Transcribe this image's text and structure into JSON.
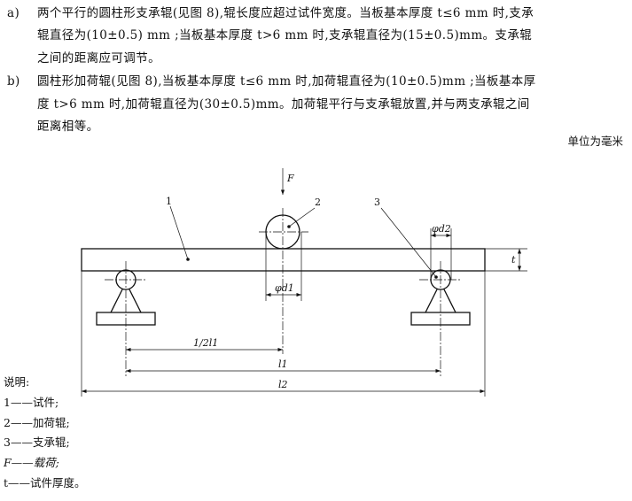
{
  "items": [
    {
      "label": "a)",
      "lines": [
        "两个平行的圆柱形支承辊(见图 8),辊长度应超过试件宽度。当板基本厚度 t≤6 mm 时,支承",
        "辊直径为(10±0.5) mm ;当板基本厚度 t>6 mm 时,支承辊直径为(15±0.5)mm。支承辊",
        "之间的距离应可调节。"
      ]
    },
    {
      "label": "b)",
      "lines": [
        "圆柱形加荷辊(见图 8),当板基本厚度 t≤6 mm 时,加荷辊直径为(10±0.5)mm ;当板基本厚",
        "度 t>6 mm 时,加荷辊直径为(30±0.5)mm。加荷辊平行与支承辊放置,并与两支承辊之间",
        "距离相等。"
      ]
    }
  ],
  "unit_note": "单位为毫米",
  "figure": {
    "force": "F",
    "callout_1": "1",
    "callout_2": "2",
    "callout_3": "3",
    "dim_d1": "φd1",
    "dim_d2": "φd2",
    "dim_half_l1": "1/2l1",
    "dim_l1": "l1",
    "dim_l2": "l2",
    "dim_t": "t"
  },
  "legend": {
    "title": "说明:",
    "entries": [
      "1——试件;",
      "2——加荷辊;",
      "3——支承辊;",
      "F——载荷;",
      "t——试件厚度。"
    ]
  }
}
